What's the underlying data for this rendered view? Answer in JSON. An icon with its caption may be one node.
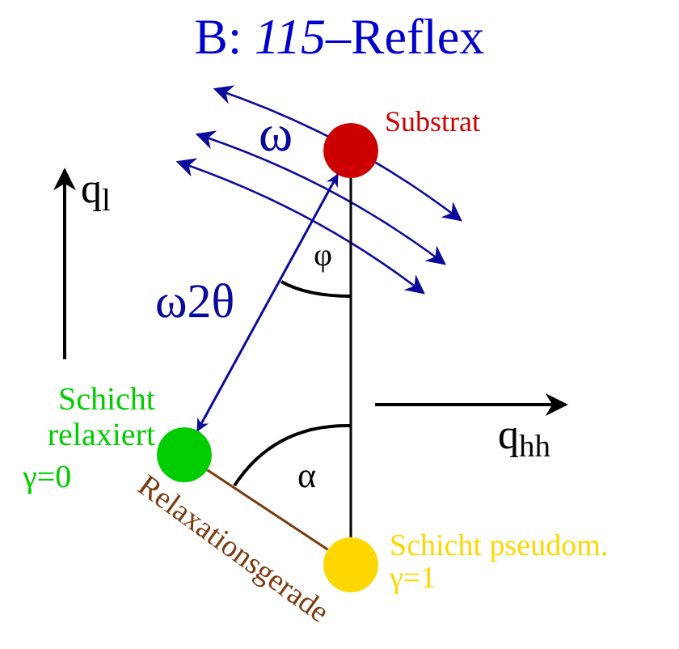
{
  "diagram": {
    "title": "B: *115*–Reflex",
    "nodes": [
      {
        "text": [],
        "shape": "circle",
        "beside": [
          "Substrat"
        ]
      },
      {
        "text": [],
        "shape": "circle",
        "beside": [
          "Schicht relaxiert",
          "γ=0"
        ]
      },
      {
        "text": [],
        "shape": "circle",
        "beside": [
          "Schicht pseudom.",
          "γ=1"
        ]
      }
    ],
    "edges": [
      {
        "from": 1,
        "to": 0,
        "arrow": "both",
        "label": "ω2θ",
        "color": "#0a0a9a"
      },
      {
        "from": 2,
        "to": 0,
        "arrow": "none",
        "color": "#000000"
      },
      {
        "from": 2,
        "to": 1,
        "arrow": "none",
        "label": "Relaxationsgerade",
        "color": "#7a3a10"
      }
    ],
    "labels": [
      "ω",
      "φ",
      "α",
      "q$_{l}$",
      "q$_{hh}$"
    ]
  }
}
